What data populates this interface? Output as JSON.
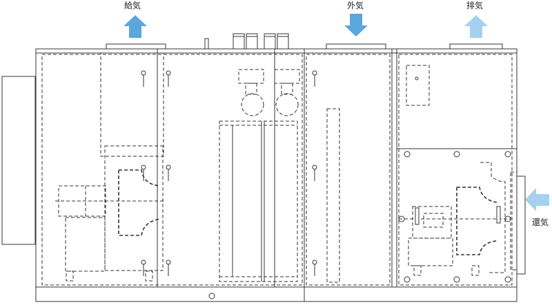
{
  "labels": {
    "supply_air": "給気",
    "outside_air": "外気",
    "exhaust_air": "排気",
    "return_air": "還気"
  },
  "colors": {
    "arrow_dark": "#5aa6dd",
    "arrow_light": "#a6d0f0",
    "line": "#333333"
  },
  "icons": {
    "supply": "arrow-up-icon",
    "outside": "arrow-down-icon",
    "exhaust": "arrow-up-icon",
    "return": "arrow-left-icon"
  }
}
